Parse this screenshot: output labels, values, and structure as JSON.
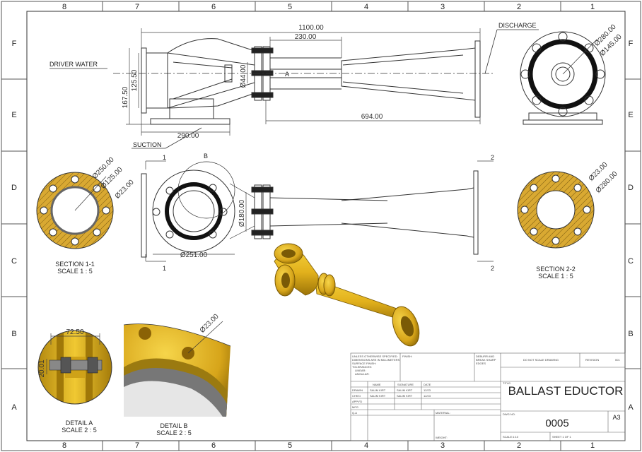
{
  "zones": {
    "columns": [
      "8",
      "7",
      "6",
      "5",
      "4",
      "3",
      "2",
      "1"
    ],
    "rows": [
      "F",
      "E",
      "D",
      "C",
      "B",
      "A"
    ]
  },
  "labels": {
    "driver_water": "DRIVER WATER",
    "discharge": "DISCHARGE",
    "suction": "SUCTION",
    "point_a": "A",
    "point_b": "B",
    "cut_1": "1",
    "cut_2": "2"
  },
  "dimensions": {
    "overall_length": "1100.00",
    "length_230": "230.00",
    "length_694": "694.00",
    "length_290": "290.00",
    "height_125": "125.50",
    "height_167": "167.50",
    "dia_44": "Ø44.00",
    "dia_280_top": "Ø280.00",
    "dia_145": "Ø145.00",
    "dia_250": "Ø250.00",
    "dia_125": "Ø125.00",
    "dia_23_s1": "Ø23.00",
    "dia_180": "Ø180.00",
    "dia_251": "Ø251.00",
    "dia_23_s2": "Ø23.00",
    "dia_280_s2": "Ø280.00",
    "detail_a_width": "72.50",
    "detail_a_height": "20.01",
    "dia_23_detail_b": "Ø23.00"
  },
  "views": {
    "section_1_title": "SECTION 1-1",
    "section_1_scale": "SCALE 1 : 5",
    "section_2_title": "SECTION 2-2",
    "section_2_scale": "SCALE 1 : 5",
    "detail_a_title": "DETAIL A",
    "detail_a_scale": "SCALE 2 : 5",
    "detail_b_title": "DETAIL B",
    "detail_b_scale": "SCALE 2 : 5"
  },
  "title_block": {
    "tolerance_note_1": "UNLESS OTHERWISE SPECIFIED:",
    "tolerance_note_2": "DIMENSIONS ARE IN MILLIMETERS",
    "tolerance_note_3": "SURFACE FINISH:",
    "tolerance_note_4": "TOLERANCES:",
    "tolerance_note_5": "LINEAR:",
    "tolerance_note_6": "ANGULAR:",
    "finish": "FINISH:",
    "deburr": "DEBURR AND",
    "deburr_2": "BREAK SHARP",
    "deburr_3": "EDGES",
    "do_not_scale": "DO NOT SCALE DRAWING",
    "revision_label": "REVISION",
    "revision": "001",
    "col_name": "NAME",
    "col_signature": "SIGNATURE",
    "col_date": "DATE",
    "row_drawn": "DRAWN",
    "row_chkd": "CHK'D",
    "row_appvd": "APPV'D",
    "row_mfg": "MFG",
    "row_qa": "Q.A",
    "drawn_name": "SALIM KIRT",
    "drawn_sig": "SALIM KIRT",
    "drawn_date": "12/23",
    "chkd_name": "SALIM KIRT",
    "chkd_sig": "SALIM KIRT",
    "chkd_date": "12/23",
    "material": "MATERIAL:",
    "weight": "WEIGHT:",
    "title_label": "TITLE:",
    "title": "BALLAST EDUCTOR",
    "dwg_no_label": "DWG NO.",
    "dwg_no": "0005",
    "size": "A3",
    "scale": "SCALE:1:10",
    "sheet": "SHEET 1 OF 1"
  },
  "colors": {
    "line": "#333333",
    "hatch": "#c8a040",
    "model": "#e0b020",
    "model_dark": "#a07808"
  }
}
